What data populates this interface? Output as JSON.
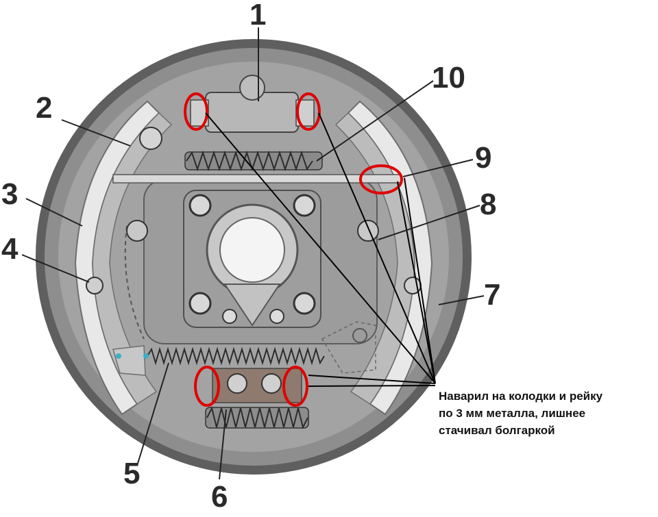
{
  "callouts": [
    "1",
    "2",
    "3",
    "4",
    "5",
    "6",
    "7",
    "8",
    "9",
    "10"
  ],
  "note": {
    "lines": [
      "Наварил на колодки и рейку",
      "по 3 мм металла, лишнее",
      "стачивал болгаркой"
    ]
  },
  "colors": {
    "background": "#ffffff",
    "plate": "#8d8d8d",
    "rim": "#5d5d5d",
    "inner": "#a9a9a9",
    "shoe": "#c9c9c9",
    "highlight": "#e00000",
    "text": "#2a2a2a"
  }
}
